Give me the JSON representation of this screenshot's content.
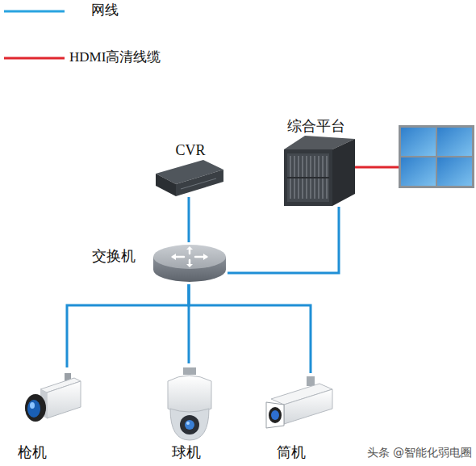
{
  "diagram": {
    "nodes": [
      {
        "text": [
          "CVR"
        ]
      },
      {
        "text": [
          "综合平台"
        ]
      },
      {
        "text": [
          "交换机"
        ]
      },
      {
        "text": [
          "枪机"
        ]
      },
      {
        "text": [
          "球机"
        ]
      },
      {
        "text": [
          "筒机"
        ]
      }
    ],
    "edges": [
      {
        "from": 2,
        "to": 0,
        "arrow": "none"
      },
      {
        "from": 2,
        "to": 1,
        "arrow": "none"
      },
      {
        "from": 2,
        "to": 3,
        "arrow": "none"
      },
      {
        "from": 2,
        "to": 4,
        "arrow": "none"
      },
      {
        "from": 2,
        "to": 5,
        "arrow": "none"
      }
    ],
    "labels": [
      "头条 @智能化弱电圈"
    ],
    "legend": [
      {
        "text": "网线"
      },
      {
        "text": "HDMI高清线缆"
      }
    ]
  }
}
